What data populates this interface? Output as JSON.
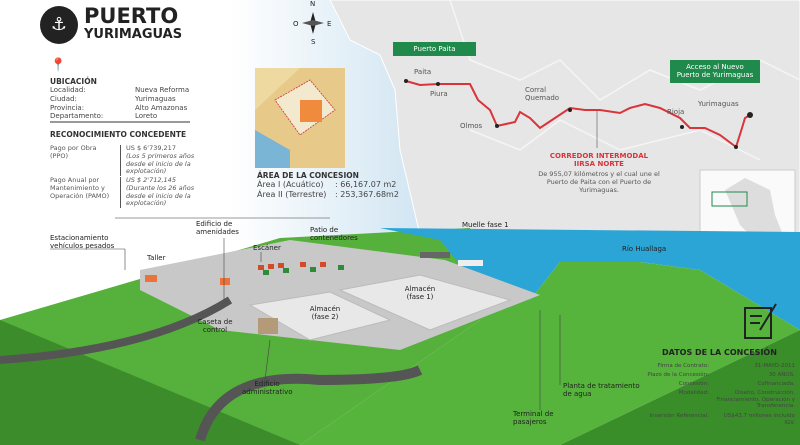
{
  "logo": {
    "line1": "PUERTO",
    "line2": "YURIMAGUAS"
  },
  "compass": {
    "north": "N",
    "south": "S",
    "east": "E",
    "west": "O"
  },
  "ubicacion": {
    "title": "UBICACIÓN",
    "rows": [
      {
        "k": "Localidad:",
        "v": "Nueva Reforma"
      },
      {
        "k": "Ciudad:",
        "v": "Yurimaguas"
      },
      {
        "k": "Provincia:",
        "v": "Alto Amazonas"
      },
      {
        "k": "Departamento:",
        "v": "Loreto"
      }
    ]
  },
  "reconocimiento": {
    "title": "RECONOCIMIENTO CONCEDENTE",
    "items": [
      {
        "k": "Pago por Obra (PPO)",
        "amount": "US $ 6'739,217",
        "note": "(Los 5 primeros años desde el inicio de la explotación)"
      },
      {
        "k": "Pago Anual por Mantenimiento y Operación (PAMO)",
        "amount": "US $ 2'712,145",
        "note": "(Durante los  26 años desde el inicio de la explotación)"
      }
    ]
  },
  "area": {
    "title": "ÁREA DE LA CONCESION",
    "rows": [
      {
        "k": "Área I (Acuático)",
        "v": ": 66,167.07 m2"
      },
      {
        "k": "Área II (Terrestre)",
        "v": ": 253,367.68m2"
      }
    ]
  },
  "map": {
    "callout_paita": "Puerto Paita",
    "callout_yurimaguas": "Acceso al Nuevo Puerto de Yurimaguas",
    "cities": [
      "Paita",
      "Piura",
      "Olmos",
      "Corral Quemado",
      "Rioja",
      "Yurimaguas"
    ],
    "corridor_title": "CORREDOR INTERMODAL IIRSA NORTE",
    "corridor_desc": "De 955,07 kilómetros y el cual une el Puerto de Paita con el Puerto de Yurimaguas.",
    "route_color": "#d9343a"
  },
  "site_labels": {
    "estacionamiento": "Estacionamiento vehículos pesados",
    "edificio_amenidades": "Edificio de amenidades",
    "escaner": "Escáner",
    "patio": "Patio de contenedores",
    "muelle": "Muelle fase 1",
    "rio": "Río Huallaga",
    "taller": "Taller",
    "almacen1": "Almacén (fase 1)",
    "almacen2": "Almacén (fase 2)",
    "caseta": "Caseta de control",
    "edificio_admin": "Edificio administrativo",
    "terminal": "Terminal de pasajeros",
    "planta": "Planta de tratamiento de agua"
  },
  "datos": {
    "title": "DATOS DE LA CONCESIÓN",
    "rows": [
      {
        "k": "Firma de Contrato:",
        "v": "31-MAYO-2011"
      },
      {
        "k": "Plazo de la Concesión:",
        "v": "30 AÑOS."
      },
      {
        "k": "Concesión:",
        "v": "Cofinanciada."
      },
      {
        "k": "Modalidad:",
        "v": "Diseño, Construcción, Financiamiento, Operación y Transferencia."
      },
      {
        "k": "Inversión Referencial:",
        "v": "US$43.7 millones incluido IGV."
      }
    ]
  }
}
